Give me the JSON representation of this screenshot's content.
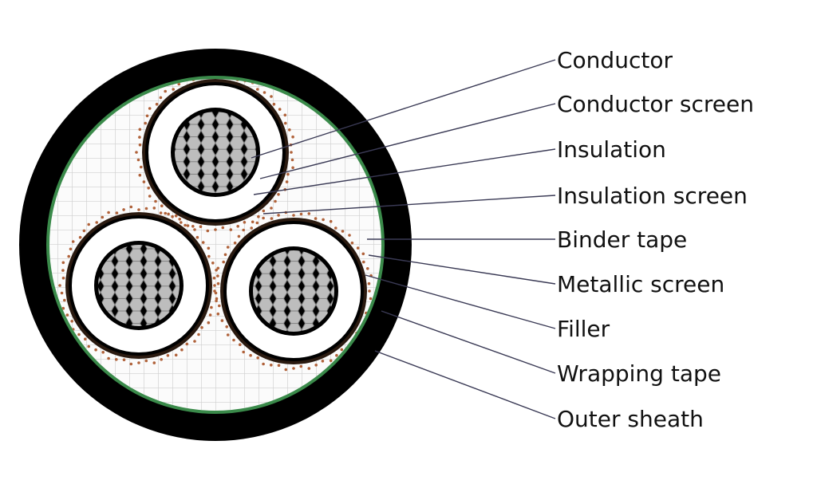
{
  "diagram": {
    "title": "",
    "labels": [
      {
        "id": "conductor",
        "text": "Conductor"
      },
      {
        "id": "conductor-screen",
        "text": "Conductor screen"
      },
      {
        "id": "insulation",
        "text": "Insulation"
      },
      {
        "id": "insulation-screen",
        "text": "Insulation screen"
      },
      {
        "id": "binder-tape",
        "text": "Binder tape"
      },
      {
        "id": "metallic-screen",
        "text": "Metallic screen"
      },
      {
        "id": "filler",
        "text": "Filler"
      },
      {
        "id": "wrapping-tape",
        "text": "Wrapping tape"
      },
      {
        "id": "outer-sheath",
        "text": "Outer sheath"
      }
    ],
    "colors": {
      "outer_sheath": "#000000",
      "wrapping_tape": "#3a8a4a",
      "filler_grid": "#cfcfcf",
      "metallic_screen_dots": "#b0623a",
      "conductor": "#b9b9b9",
      "insulation": "#ffffff",
      "leader_line": "#3a3a55"
    }
  }
}
